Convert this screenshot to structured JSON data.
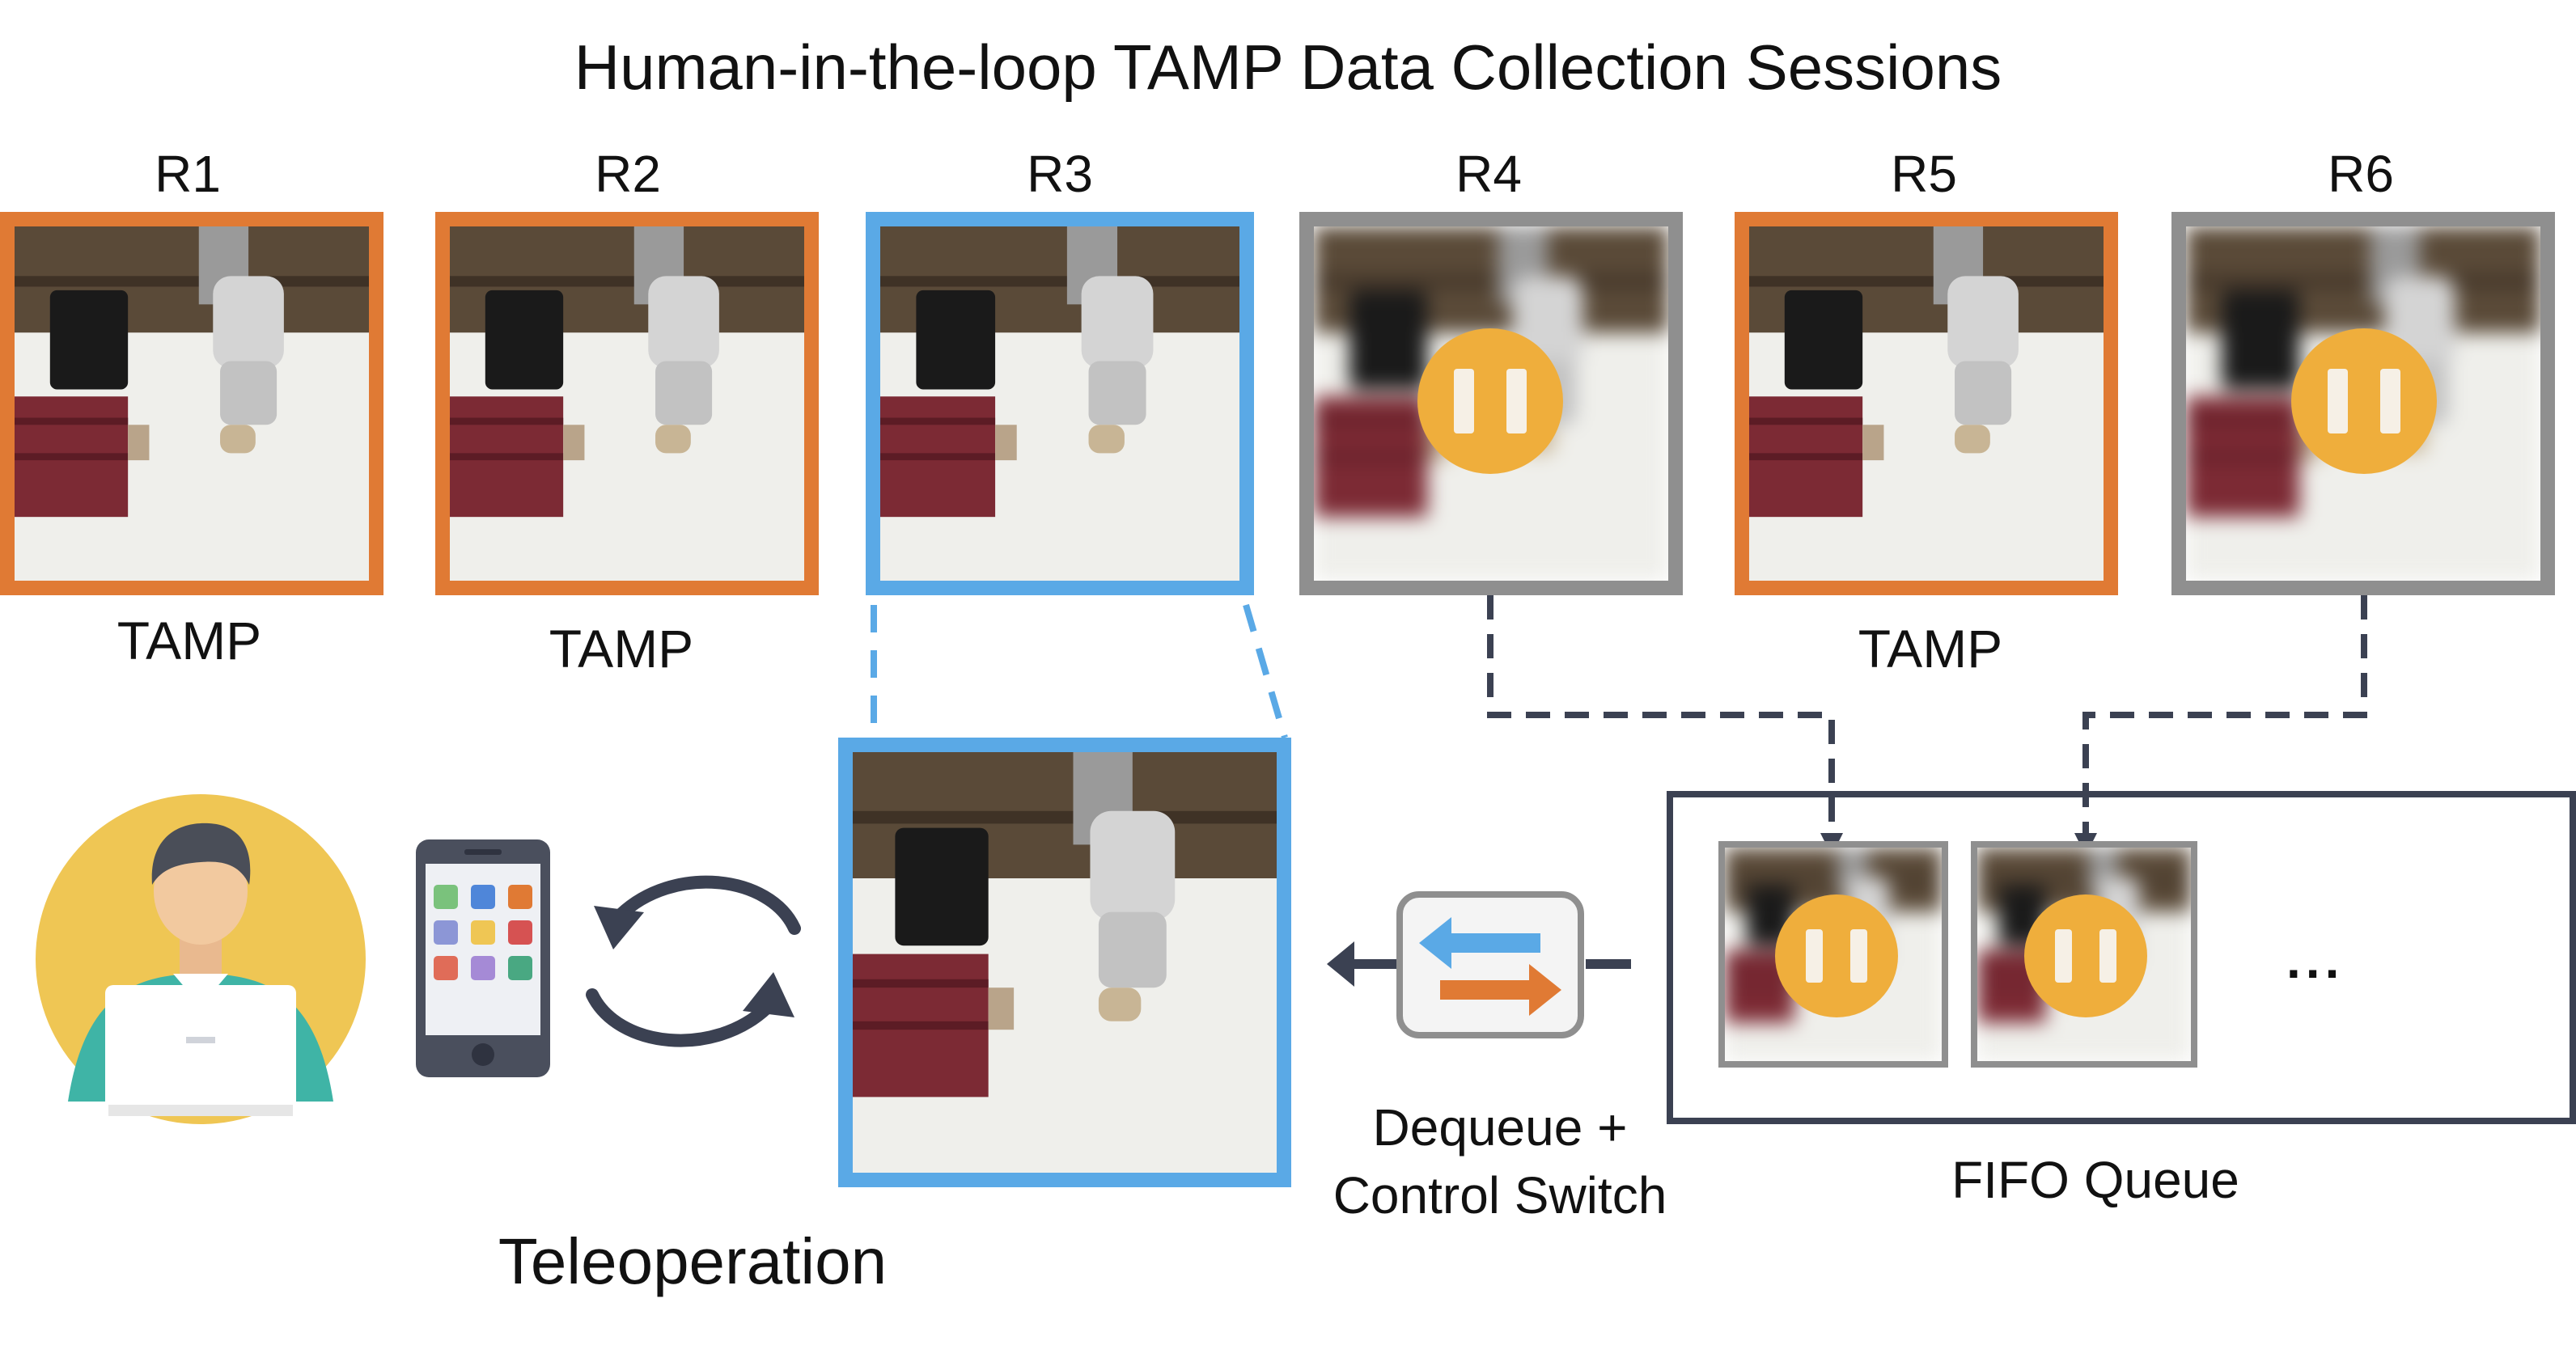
{
  "title": "Human-in-the-loop TAMP Data Collection Sessions",
  "robots": [
    {
      "label": "R1",
      "caption": "TAMP",
      "state": "tamp"
    },
    {
      "label": "R2",
      "caption": "TAMP",
      "state": "tamp"
    },
    {
      "label": "R3",
      "caption": "",
      "state": "teleop"
    },
    {
      "label": "R4",
      "caption": "",
      "state": "paused"
    },
    {
      "label": "R5",
      "caption": "TAMP",
      "state": "tamp"
    },
    {
      "label": "R6",
      "caption": "",
      "state": "paused"
    }
  ],
  "teleoperation_label": "Teleoperation",
  "switch_label_line1": "Dequeue +",
  "switch_label_line2": "Control Switch",
  "queue_label": "FIFO Queue",
  "queue_more": "...",
  "colors": {
    "tamp_border": "#e07a34",
    "teleop_border": "#5aa9e6",
    "paused_border": "#8f8f8f",
    "pause_badge": "#efae3c",
    "connector": "#3b4152"
  },
  "icons": [
    "person-icon",
    "phone-icon",
    "cycle-arrows-icon",
    "control-switch-icon",
    "pause-icon"
  ]
}
